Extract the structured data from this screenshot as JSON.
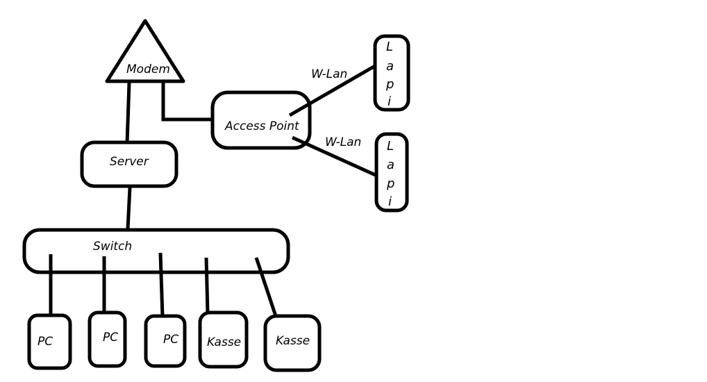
{
  "diagram": {
    "type": "network-topology",
    "colors": {
      "stroke": "#000000",
      "background": "#ffffff"
    },
    "nodes": {
      "modem": {
        "label": "Modem",
        "shape": "triangle"
      },
      "access_point": {
        "label": "Access Point",
        "shape": "rounded-rect"
      },
      "server": {
        "label": "Server",
        "shape": "rounded-rect"
      },
      "switch": {
        "label": "Switch",
        "shape": "rounded-rect"
      },
      "laptop1": {
        "label": "Lapi",
        "letters": [
          "L",
          "a",
          "p",
          "i"
        ],
        "shape": "rounded-rect"
      },
      "laptop2": {
        "label": "Lapi",
        "letters": [
          "L",
          "a",
          "p",
          "i"
        ],
        "shape": "rounded-rect"
      },
      "pc1": {
        "label": "PC",
        "shape": "rounded-rect"
      },
      "pc2": {
        "label": "PC",
        "shape": "rounded-rect"
      },
      "pc3": {
        "label": "PC",
        "shape": "rounded-rect"
      },
      "kasse1": {
        "label": "Kasse",
        "shape": "rounded-rect"
      },
      "kasse2": {
        "label": "Kasse",
        "shape": "rounded-rect"
      }
    },
    "edges": [
      {
        "from": "modem",
        "to": "server",
        "label": ""
      },
      {
        "from": "modem",
        "to": "access_point",
        "label": ""
      },
      {
        "from": "access_point",
        "to": "laptop1",
        "label": "W-Lan"
      },
      {
        "from": "access_point",
        "to": "laptop2",
        "label": "W-Lan"
      },
      {
        "from": "server",
        "to": "switch",
        "label": ""
      },
      {
        "from": "switch",
        "to": "pc1",
        "label": ""
      },
      {
        "from": "switch",
        "to": "pc2",
        "label": ""
      },
      {
        "from": "switch",
        "to": "pc3",
        "label": ""
      },
      {
        "from": "switch",
        "to": "kasse1",
        "label": ""
      },
      {
        "from": "switch",
        "to": "kasse2",
        "label": ""
      }
    ],
    "edge_labels": {
      "wlan1": "W-Lan",
      "wlan2": "W-Lan"
    }
  }
}
